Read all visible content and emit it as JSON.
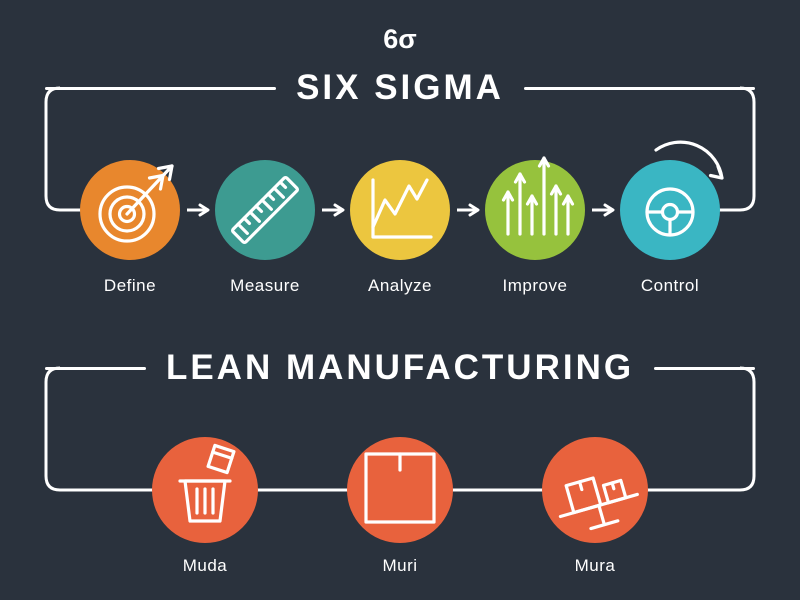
{
  "canvas": {
    "background": "#2a323d",
    "line_color": "#ffffff"
  },
  "six_sigma": {
    "symbol": "6σ",
    "title": "SIX SIGMA",
    "steps": [
      {
        "label": "Define",
        "color": "#e8872d",
        "icon": "target-dart-icon"
      },
      {
        "label": "Measure",
        "color": "#3d9b91",
        "icon": "ruler-icon"
      },
      {
        "label": "Analyze",
        "color": "#ecc63f",
        "icon": "line-chart-icon"
      },
      {
        "label": "Improve",
        "color": "#96c23d",
        "icon": "growth-arrows-icon"
      },
      {
        "label": "Control",
        "color": "#3ab6c3",
        "icon": "steering-wheel-icon"
      }
    ]
  },
  "lean": {
    "title": "LEAN MANUFACTURING",
    "steps": [
      {
        "label": "Muda",
        "color": "#e8623d",
        "icon": "trash-waste-icon"
      },
      {
        "label": "Muri",
        "color": "#e8623d",
        "icon": "overload-box-icon"
      },
      {
        "label": "Mura",
        "color": "#e8623d",
        "icon": "unbalanced-load-icon"
      }
    ]
  }
}
